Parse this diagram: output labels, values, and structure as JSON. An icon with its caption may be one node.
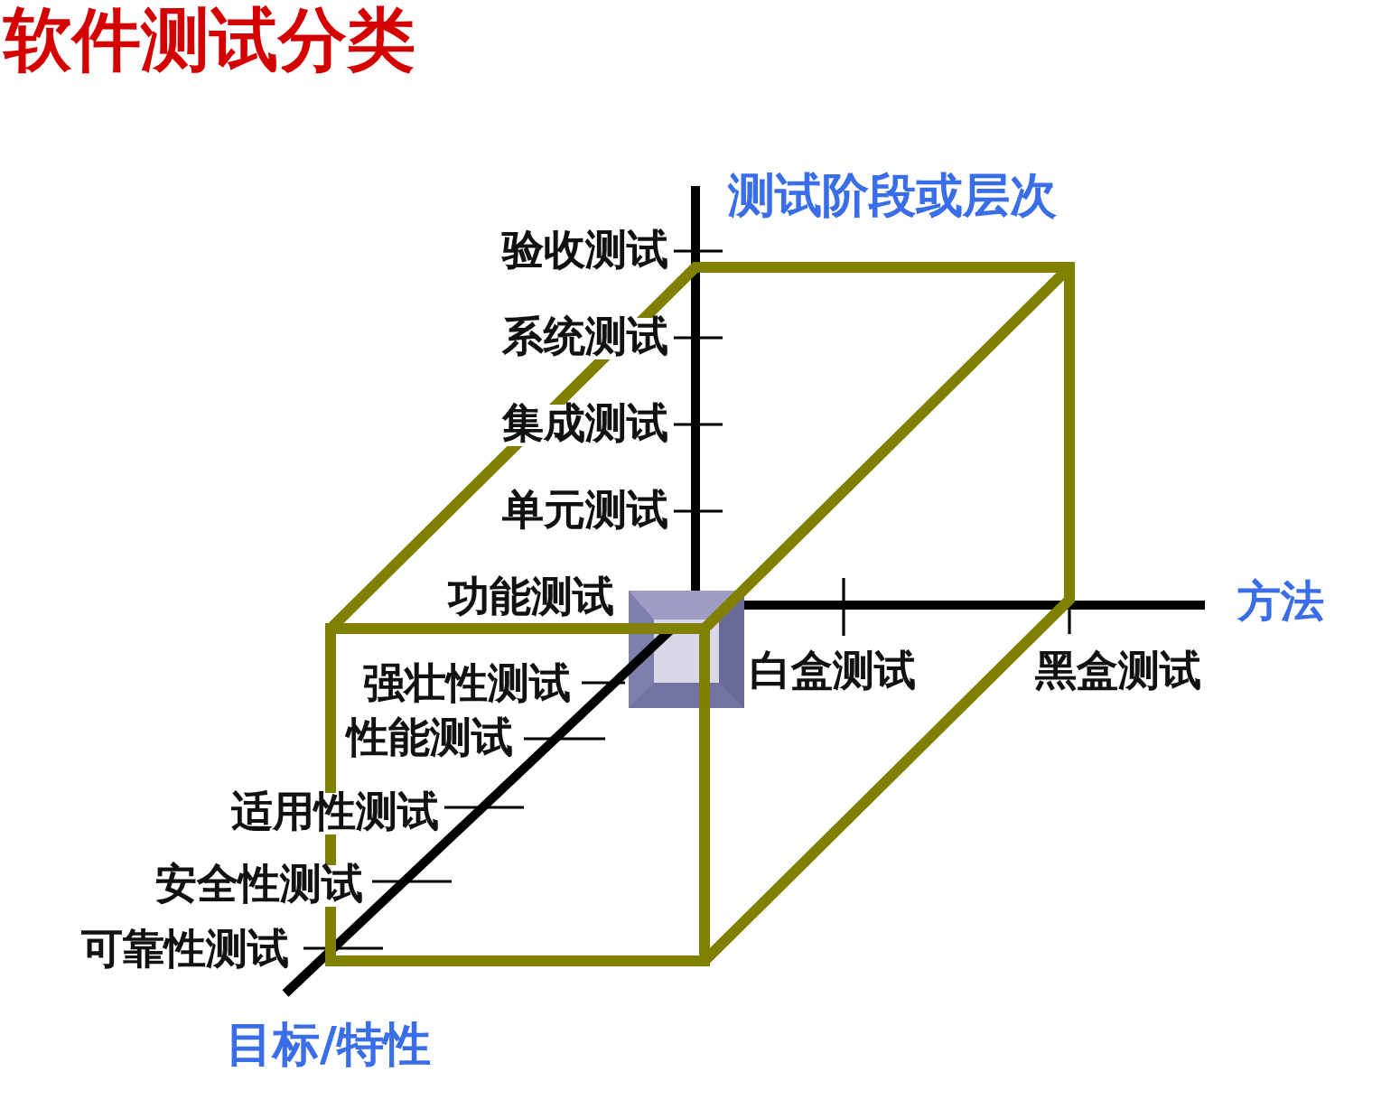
{
  "diagram": {
    "title": "软件测试分类",
    "labels": [
      "测试阶段或层次",
      "验收测试",
      "系统测试",
      "集成测试",
      "单元测试",
      "方法",
      "功能测试",
      "白盒测试",
      "黑盒测试",
      "强壮性测试",
      "性能测试",
      "适用性测试",
      "安全性测试",
      "可靠性测试",
      "目标/特性"
    ]
  }
}
